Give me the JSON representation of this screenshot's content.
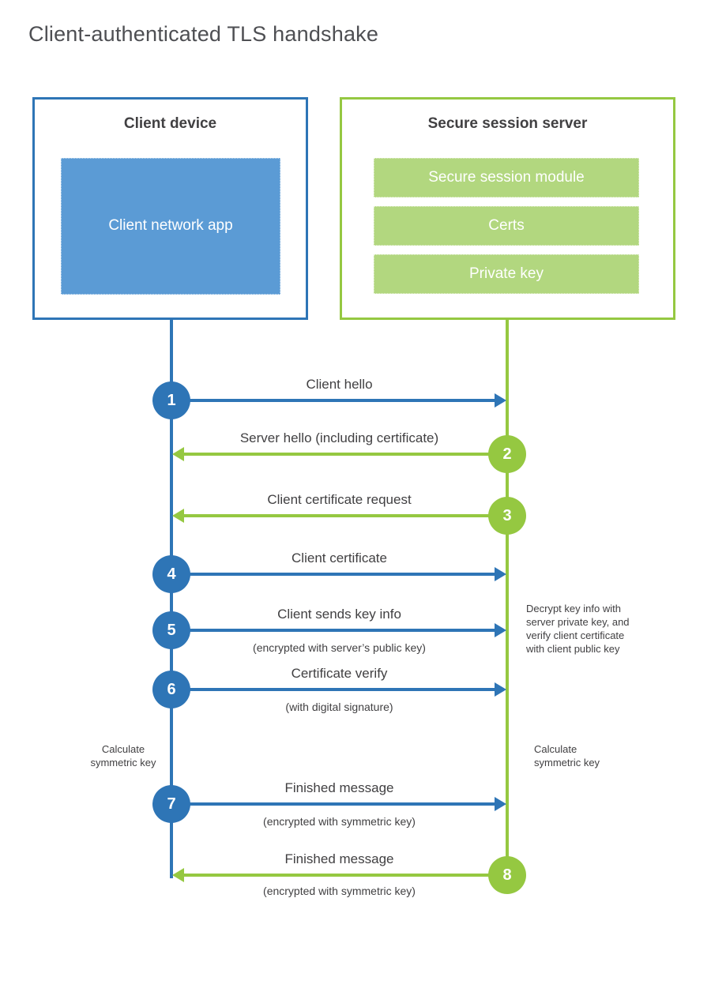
{
  "title": "Client-authenticated TLS handshake",
  "colors": {
    "blue": "#2E75B6",
    "blue-light": "#5B9BD5",
    "green": "#95C841",
    "green-light": "#B2D77F",
    "ink": "#414042",
    "title-ink": "#4E4F53"
  },
  "client_box": {
    "heading": "Client device",
    "app_label": "Client network app"
  },
  "server_box": {
    "heading": "Secure session server",
    "modules": [
      "Secure session module",
      "Certs",
      "Private key"
    ]
  },
  "messages": [
    {
      "number": "1",
      "label": "Client hello",
      "sublabel": "",
      "direction": "right",
      "color": "blue"
    },
    {
      "number": "2",
      "label": "Server hello (including certificate)",
      "sublabel": "",
      "direction": "left",
      "color": "green"
    },
    {
      "number": "3",
      "label": "Client certificate request",
      "sublabel": "",
      "direction": "left",
      "color": "green"
    },
    {
      "number": "4",
      "label": "Client certificate",
      "sublabel": "",
      "direction": "right",
      "color": "blue"
    },
    {
      "number": "5",
      "label": "Client sends key info",
      "sublabel": "(encrypted with server’s public key)",
      "direction": "right",
      "color": "blue"
    },
    {
      "number": "6",
      "label": "Certificate verify",
      "sublabel": "(with digital signature)",
      "direction": "right",
      "color": "blue"
    },
    {
      "number": "7",
      "label": "Finished message",
      "sublabel": "(encrypted with symmetric key)",
      "direction": "right",
      "color": "blue"
    },
    {
      "number": "8",
      "label": "Finished message",
      "sublabel": "(encrypted with symmetric key)",
      "direction": "left",
      "color": "green"
    }
  ],
  "annotations": {
    "calculate_left": "Calculate symmetric key",
    "calculate_right": "Calculate symmetric key",
    "decrypt_note_lines": [
      "Decrypt key info with",
      "server private key, and",
      "verify client certificate",
      "with client public key"
    ]
  }
}
